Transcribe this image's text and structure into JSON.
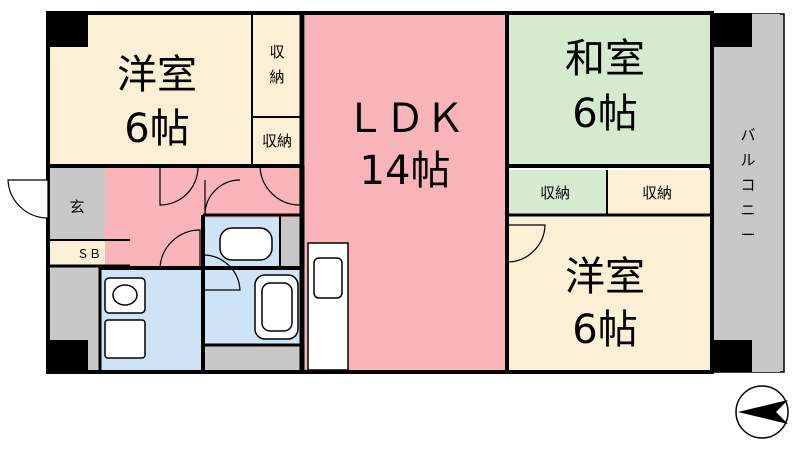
{
  "colors": {
    "wall": "#000000",
    "western_room": "#fbf0d6",
    "japanese_room": "#d6ead0",
    "ldk": "#f8b4b8",
    "wet_area": "#cfe3f7",
    "entrance": "#c8c8c8",
    "balcony": "#c8c8c8",
    "storage": "#fbf0d6"
  },
  "rooms": {
    "western_room_1": {
      "name": "洋室",
      "size": "6帖"
    },
    "western_room_2": {
      "name": "洋室",
      "size": "6帖"
    },
    "japanese_room": {
      "name": "和室",
      "size": "6帖"
    },
    "ldk": {
      "name": "ＬＤＫ",
      "size": "14帖"
    },
    "storage_1_line1": "収",
    "storage_1_line2": "納",
    "storage_2": "収納",
    "storage_3": "収納",
    "storage_4": "収納",
    "entrance": "玄",
    "shoe_box": "ＳＢ",
    "balcony_chars": [
      "バ",
      "ル",
      "コ",
      "ニ",
      "ー"
    ]
  },
  "compass": {
    "icon": "north-arrow-icon",
    "direction": "west"
  }
}
